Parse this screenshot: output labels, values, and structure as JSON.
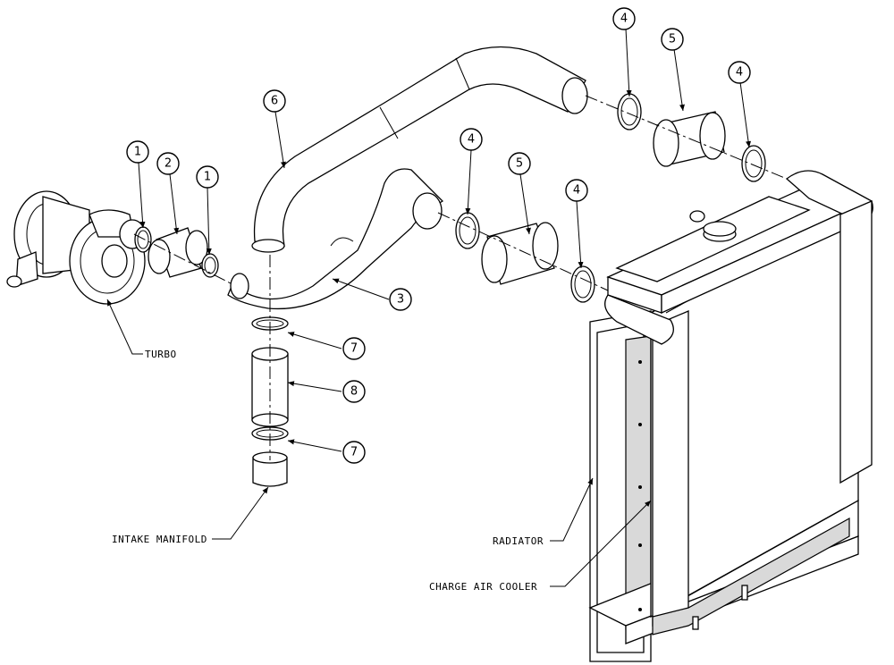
{
  "labels": {
    "turbo": "TURBO",
    "intake_manifold": "INTAKE MANIFOLD",
    "radiator": "RADIATOR",
    "charge_air_cooler": "CHARGE AIR COOLER"
  },
  "callouts": {
    "c1a": "1",
    "c1b": "1",
    "c2": "2",
    "c3": "3",
    "c4a": "4",
    "c4b": "4",
    "c4c": "4",
    "c4d": "4",
    "c5a": "5",
    "c5b": "5",
    "c6": "6",
    "c7a": "7",
    "c7b": "7",
    "c8": "8"
  }
}
